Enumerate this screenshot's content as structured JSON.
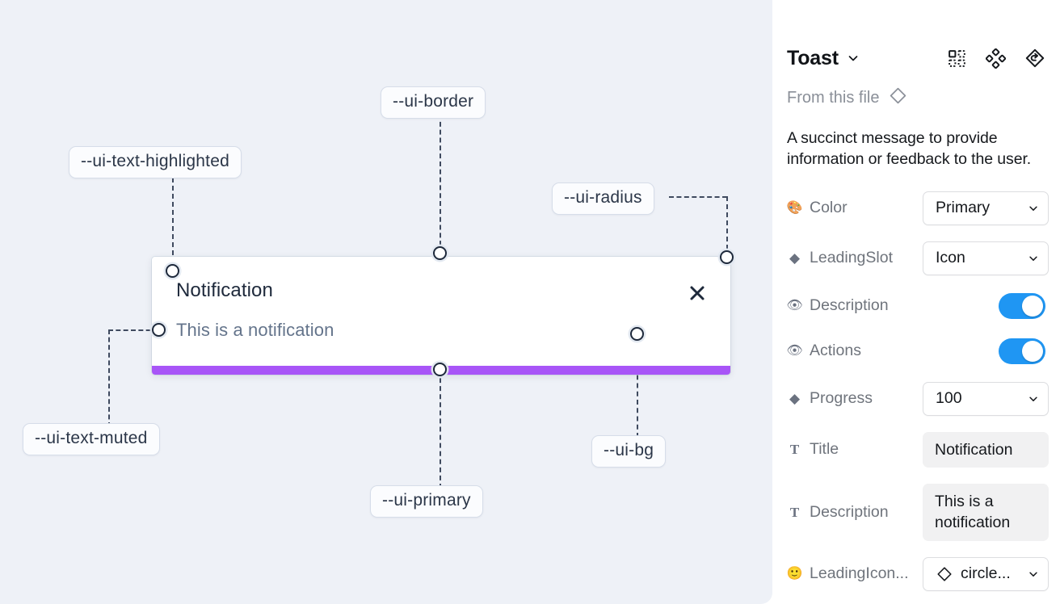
{
  "canvas": {
    "toast": {
      "title": "Notification",
      "description": "This is a notification",
      "close_icon": "close-icon",
      "progress_color": "#a855f7",
      "background_color": "#ffffff"
    },
    "tokens": [
      {
        "id": "ui-text-highlighted",
        "label": "--ui-text-highlighted"
      },
      {
        "id": "ui-border",
        "label": "--ui-border"
      },
      {
        "id": "ui-radius",
        "label": "--ui-radius"
      },
      {
        "id": "ui-text-muted",
        "label": "--ui-text-muted"
      },
      {
        "id": "ui-primary",
        "label": "--ui-primary"
      },
      {
        "id": "ui-bg",
        "label": "--ui-bg"
      }
    ],
    "background_color": "#eef1f7"
  },
  "panel": {
    "title": "Toast",
    "title_caret_icon": "chevron-down-icon",
    "header_icons": [
      {
        "name": "component-set-icon"
      },
      {
        "name": "variants-diamond-icon"
      },
      {
        "name": "reset-instance-icon"
      }
    ],
    "from_this_file": {
      "label": "From this file",
      "icon": "diamond-icon"
    },
    "description": "A succinct message to provide information or feedback to the user.",
    "properties": [
      {
        "icon": "palette-emoji",
        "icon_glyph": "🎨",
        "name": "Color",
        "control": "dropdown",
        "value": "Primary"
      },
      {
        "icon": "diamond-icon",
        "icon_glyph": "◆",
        "name": "LeadingSlot",
        "control": "dropdown",
        "value": "Icon"
      },
      {
        "icon": "eye-emoji",
        "icon_glyph": "👁",
        "name": "Description",
        "control": "toggle",
        "value": "on"
      },
      {
        "icon": "eye-emoji",
        "icon_glyph": "👁",
        "name": "Actions",
        "control": "toggle",
        "value": "on"
      },
      {
        "icon": "diamond-icon",
        "icon_glyph": "◆",
        "name": "Progress",
        "control": "dropdown",
        "value": "100"
      },
      {
        "icon": "text-type-icon",
        "icon_glyph": "T",
        "name": "Title",
        "control": "text",
        "value": "Notification"
      },
      {
        "icon": "text-type-icon",
        "icon_glyph": "T",
        "name": "Description",
        "control": "text",
        "value": "This is a notification"
      },
      {
        "icon": "smiley-emoji",
        "icon_glyph": "🙂",
        "name": "LeadingIcon...",
        "control": "dropdown-icon",
        "value": "circle..."
      }
    ],
    "colors": {
      "toggle_on": "#1f96f3",
      "text_field_bg": "#f1f1f2"
    }
  }
}
